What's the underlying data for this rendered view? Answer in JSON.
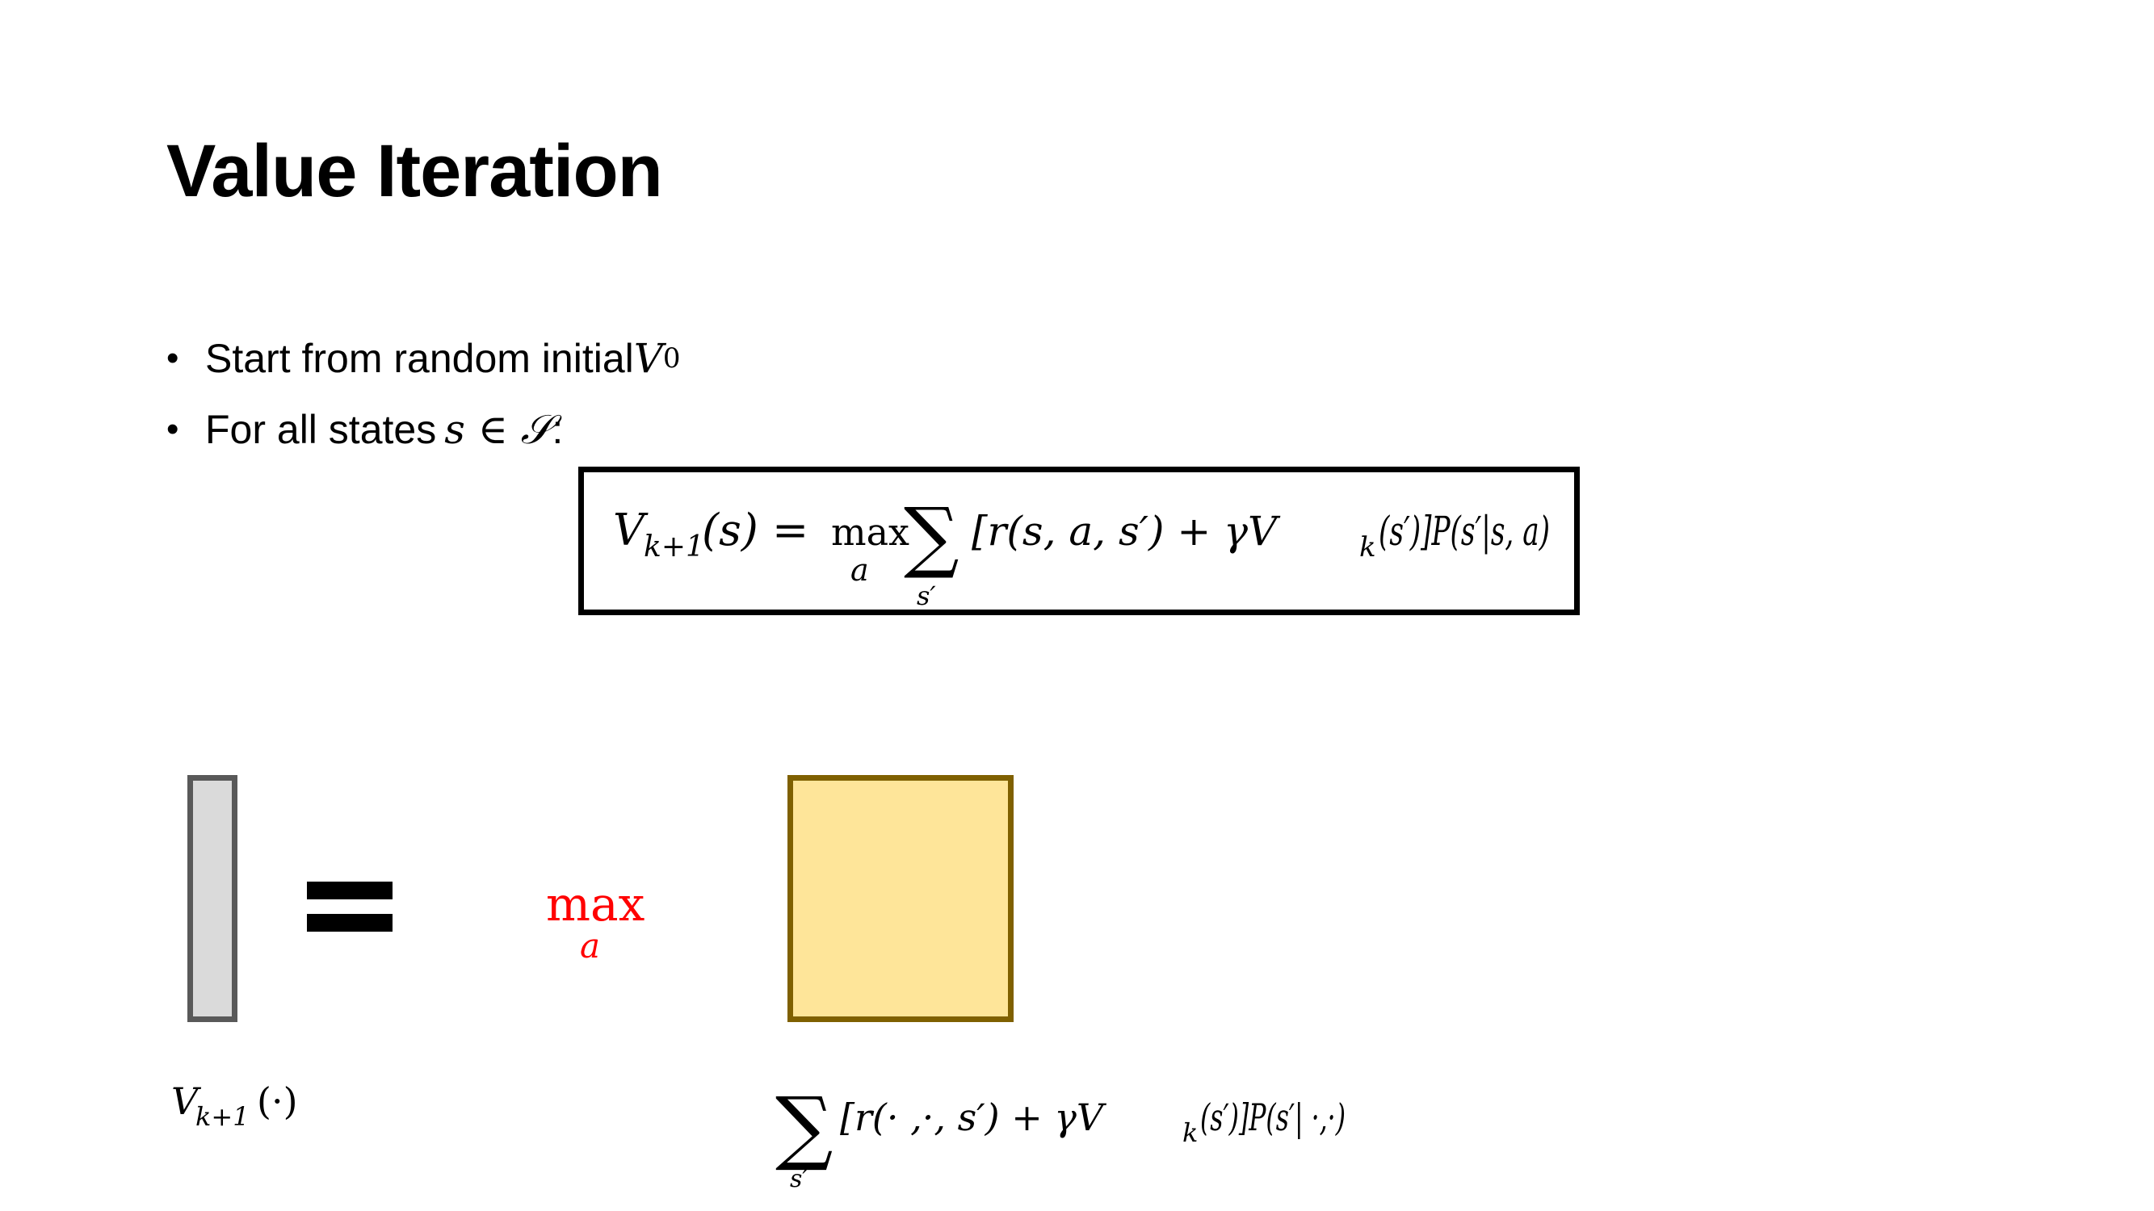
{
  "slide": {
    "title": "Value Iteration",
    "bullets": [
      {
        "text": "Start from random initial ",
        "math": "V",
        "sub": "0",
        "suffix": ""
      },
      {
        "text": "For all states ",
        "math": "s ∈ 𝒮",
        "sub": "",
        "suffix": ":"
      }
    ]
  },
  "equation": {
    "lhs": "V",
    "lhs_sub": "k+1",
    "lhs_arg": "(s) = ",
    "max": "max",
    "max_sub": "a",
    "sum": "∑",
    "sum_sub": "s′",
    "body": "[r(s, a, s′) + γV",
    "body_sub": "k",
    "body_tail": "(s′)]P(s′|s, a)"
  },
  "bottom": {
    "vec_label": "V",
    "vec_label_sub": "k+1",
    "vec_label_arg": "(·)",
    "max": "max",
    "max_sub": "a",
    "max_color": "#ff0000",
    "sum": "∑",
    "sum_sub": "s′",
    "body": "[r(· ,·, s′) + γV",
    "body_sub": "k",
    "body_tail": "(s′)]P(s′| ·,·)"
  },
  "colors": {
    "vector_fill": "#dadada",
    "vector_border": "#595959",
    "matrix_fill": "#fee599",
    "matrix_border": "#7f6000"
  }
}
